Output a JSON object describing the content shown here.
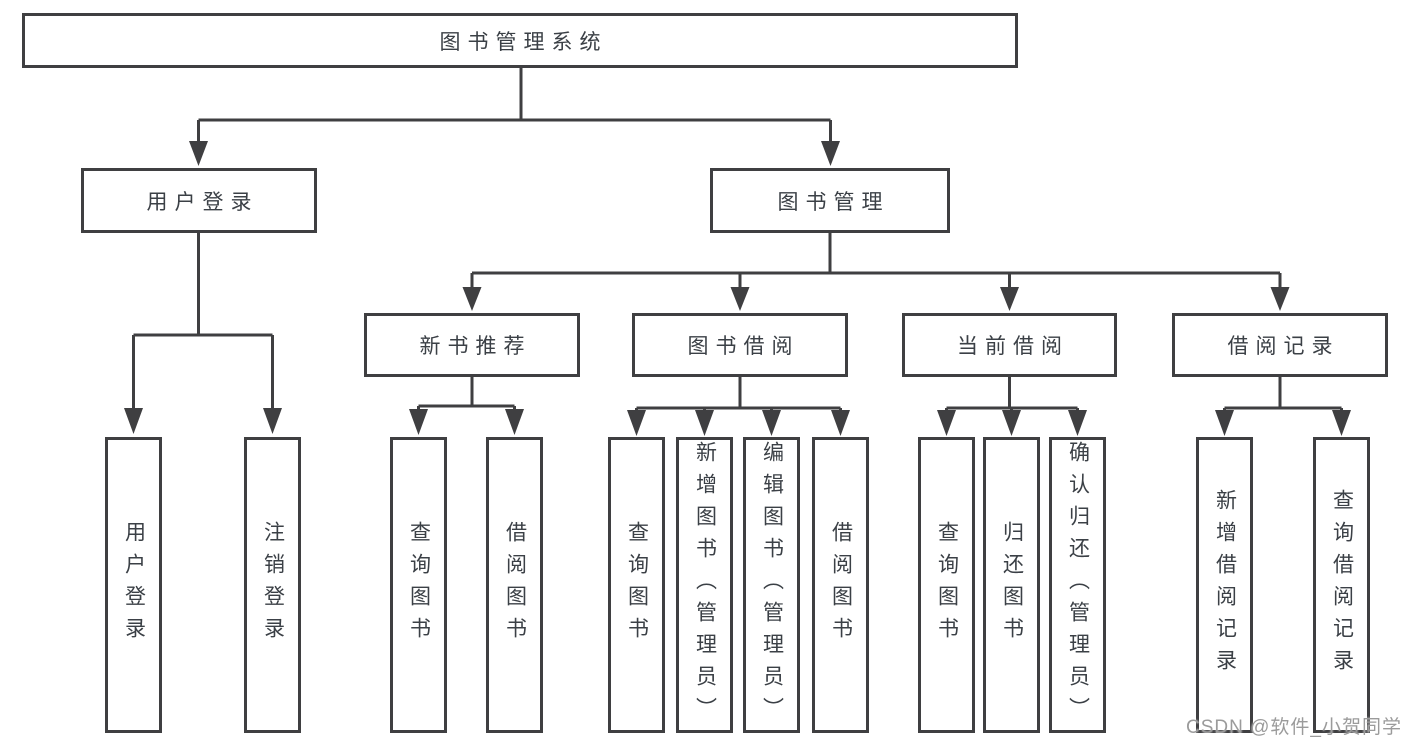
{
  "colors": {
    "line": "#3f3f41",
    "text": "#3b4046",
    "bg": "#ffffff",
    "watermark": "#9b9b9b"
  },
  "tree": {
    "root": {
      "label": "图书管理系统",
      "children": [
        {
          "label": "用户登录",
          "children": [
            {
              "label": "用户登录"
            },
            {
              "label": "注销登录"
            }
          ]
        },
        {
          "label": "图书管理",
          "children": [
            {
              "label": "新书推荐",
              "children": [
                {
                  "label": "查询图书"
                },
                {
                  "label": "借阅图书"
                }
              ]
            },
            {
              "label": "图书借阅",
              "children": [
                {
                  "label": "查询图书"
                },
                {
                  "label": "新增图书（管理员）"
                },
                {
                  "label": "编辑图书（管理员）"
                },
                {
                  "label": "借阅图书"
                }
              ]
            },
            {
              "label": "当前借阅",
              "children": [
                {
                  "label": "查询图书"
                },
                {
                  "label": "归还图书"
                },
                {
                  "label": "确认归还（管理员）"
                }
              ]
            },
            {
              "label": "借阅记录",
              "children": [
                {
                  "label": "新增借阅记录"
                },
                {
                  "label": "查询借阅记录"
                }
              ]
            }
          ]
        }
      ]
    }
  },
  "watermark": {
    "text": "CSDN @软件_小贺同学"
  }
}
